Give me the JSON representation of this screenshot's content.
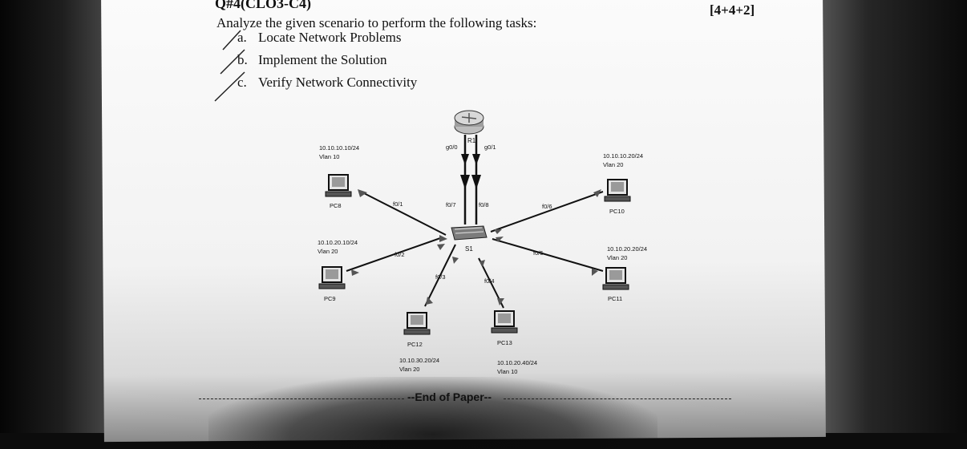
{
  "question": {
    "heading": "Q#4(CLO3-C4)",
    "marks": "[4+4+2]",
    "intro": "Analyze the given scenario to perform the following tasks:",
    "tasks": [
      {
        "letter": "a.",
        "text": "Locate Network Problems"
      },
      {
        "letter": "b.",
        "text": "Implement the Solution"
      },
      {
        "letter": "c.",
        "text": "Verify Network Connectivity"
      }
    ]
  },
  "diagram": {
    "router": {
      "name": "R1",
      "ports": [
        "g0/0",
        "g0/1"
      ]
    },
    "switch": {
      "name": "S1",
      "uplink_ports": [
        "f0/7",
        "f0/8"
      ]
    },
    "hosts": [
      {
        "name": "PC8",
        "ip": "10.10.10.10/24",
        "vlan": "Vlan 10",
        "port": "f0/1"
      },
      {
        "name": "PC9",
        "ip": "10.10.20.10/24",
        "vlan": "Vlan 20",
        "port": "f0/2"
      },
      {
        "name": "PC12",
        "ip": "10.10.30.20/24",
        "vlan": "Vlan 20",
        "port": "f0/3"
      },
      {
        "name": "PC13",
        "ip": "10.10.20.40/24",
        "vlan": "Vlan 10",
        "port": "f0/4"
      },
      {
        "name": "PC11",
        "ip": "10.10.20.20/24",
        "vlan": "Vlan 20",
        "port": "f0/5"
      },
      {
        "name": "PC10",
        "ip": "10.10.10.20/24",
        "vlan": "Vlan 20",
        "port": "f0/6"
      }
    ]
  },
  "footer": {
    "text": "--End of Paper--"
  }
}
